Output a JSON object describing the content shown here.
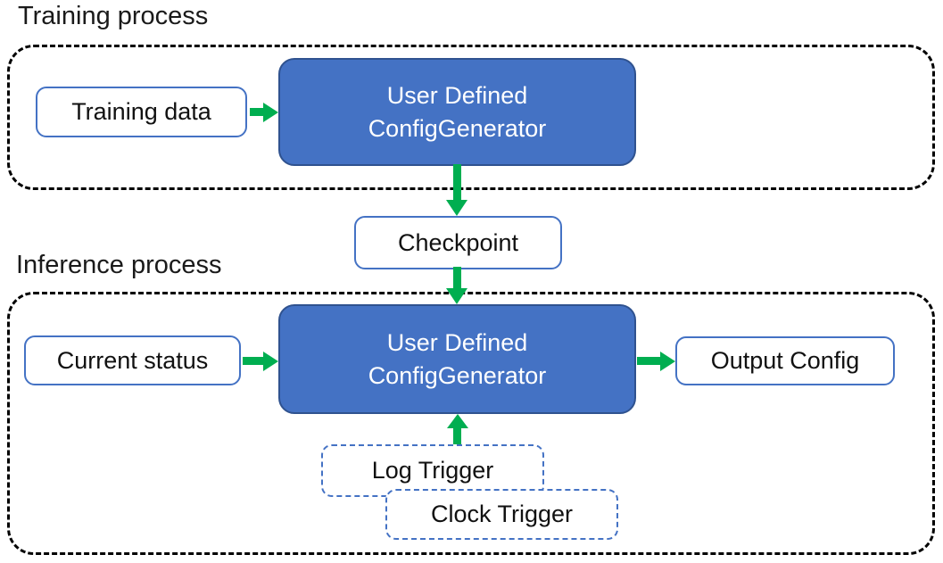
{
  "training": {
    "label": "Training process",
    "input_box": "Training data",
    "generator": {
      "line1": "User Defined",
      "line2": "ConfigGenerator"
    }
  },
  "checkpoint": {
    "label": "Checkpoint"
  },
  "inference": {
    "label": "Inference process",
    "input_box": "Current status",
    "generator": {
      "line1": "User Defined",
      "line2": "ConfigGenerator"
    },
    "output_box": "Output Config",
    "triggers": {
      "log": "Log Trigger",
      "clock": "Clock Trigger"
    }
  },
  "colors": {
    "node_fill": "#4472C4",
    "node_border": "#2F528F",
    "light_box_border": "#4472C4",
    "trigger_dashed_border": "#4472C4",
    "arrow_green": "#00AE50",
    "container_dashed": "#000000",
    "text_dark": "#111111",
    "text_on_node": "#ffffff"
  }
}
